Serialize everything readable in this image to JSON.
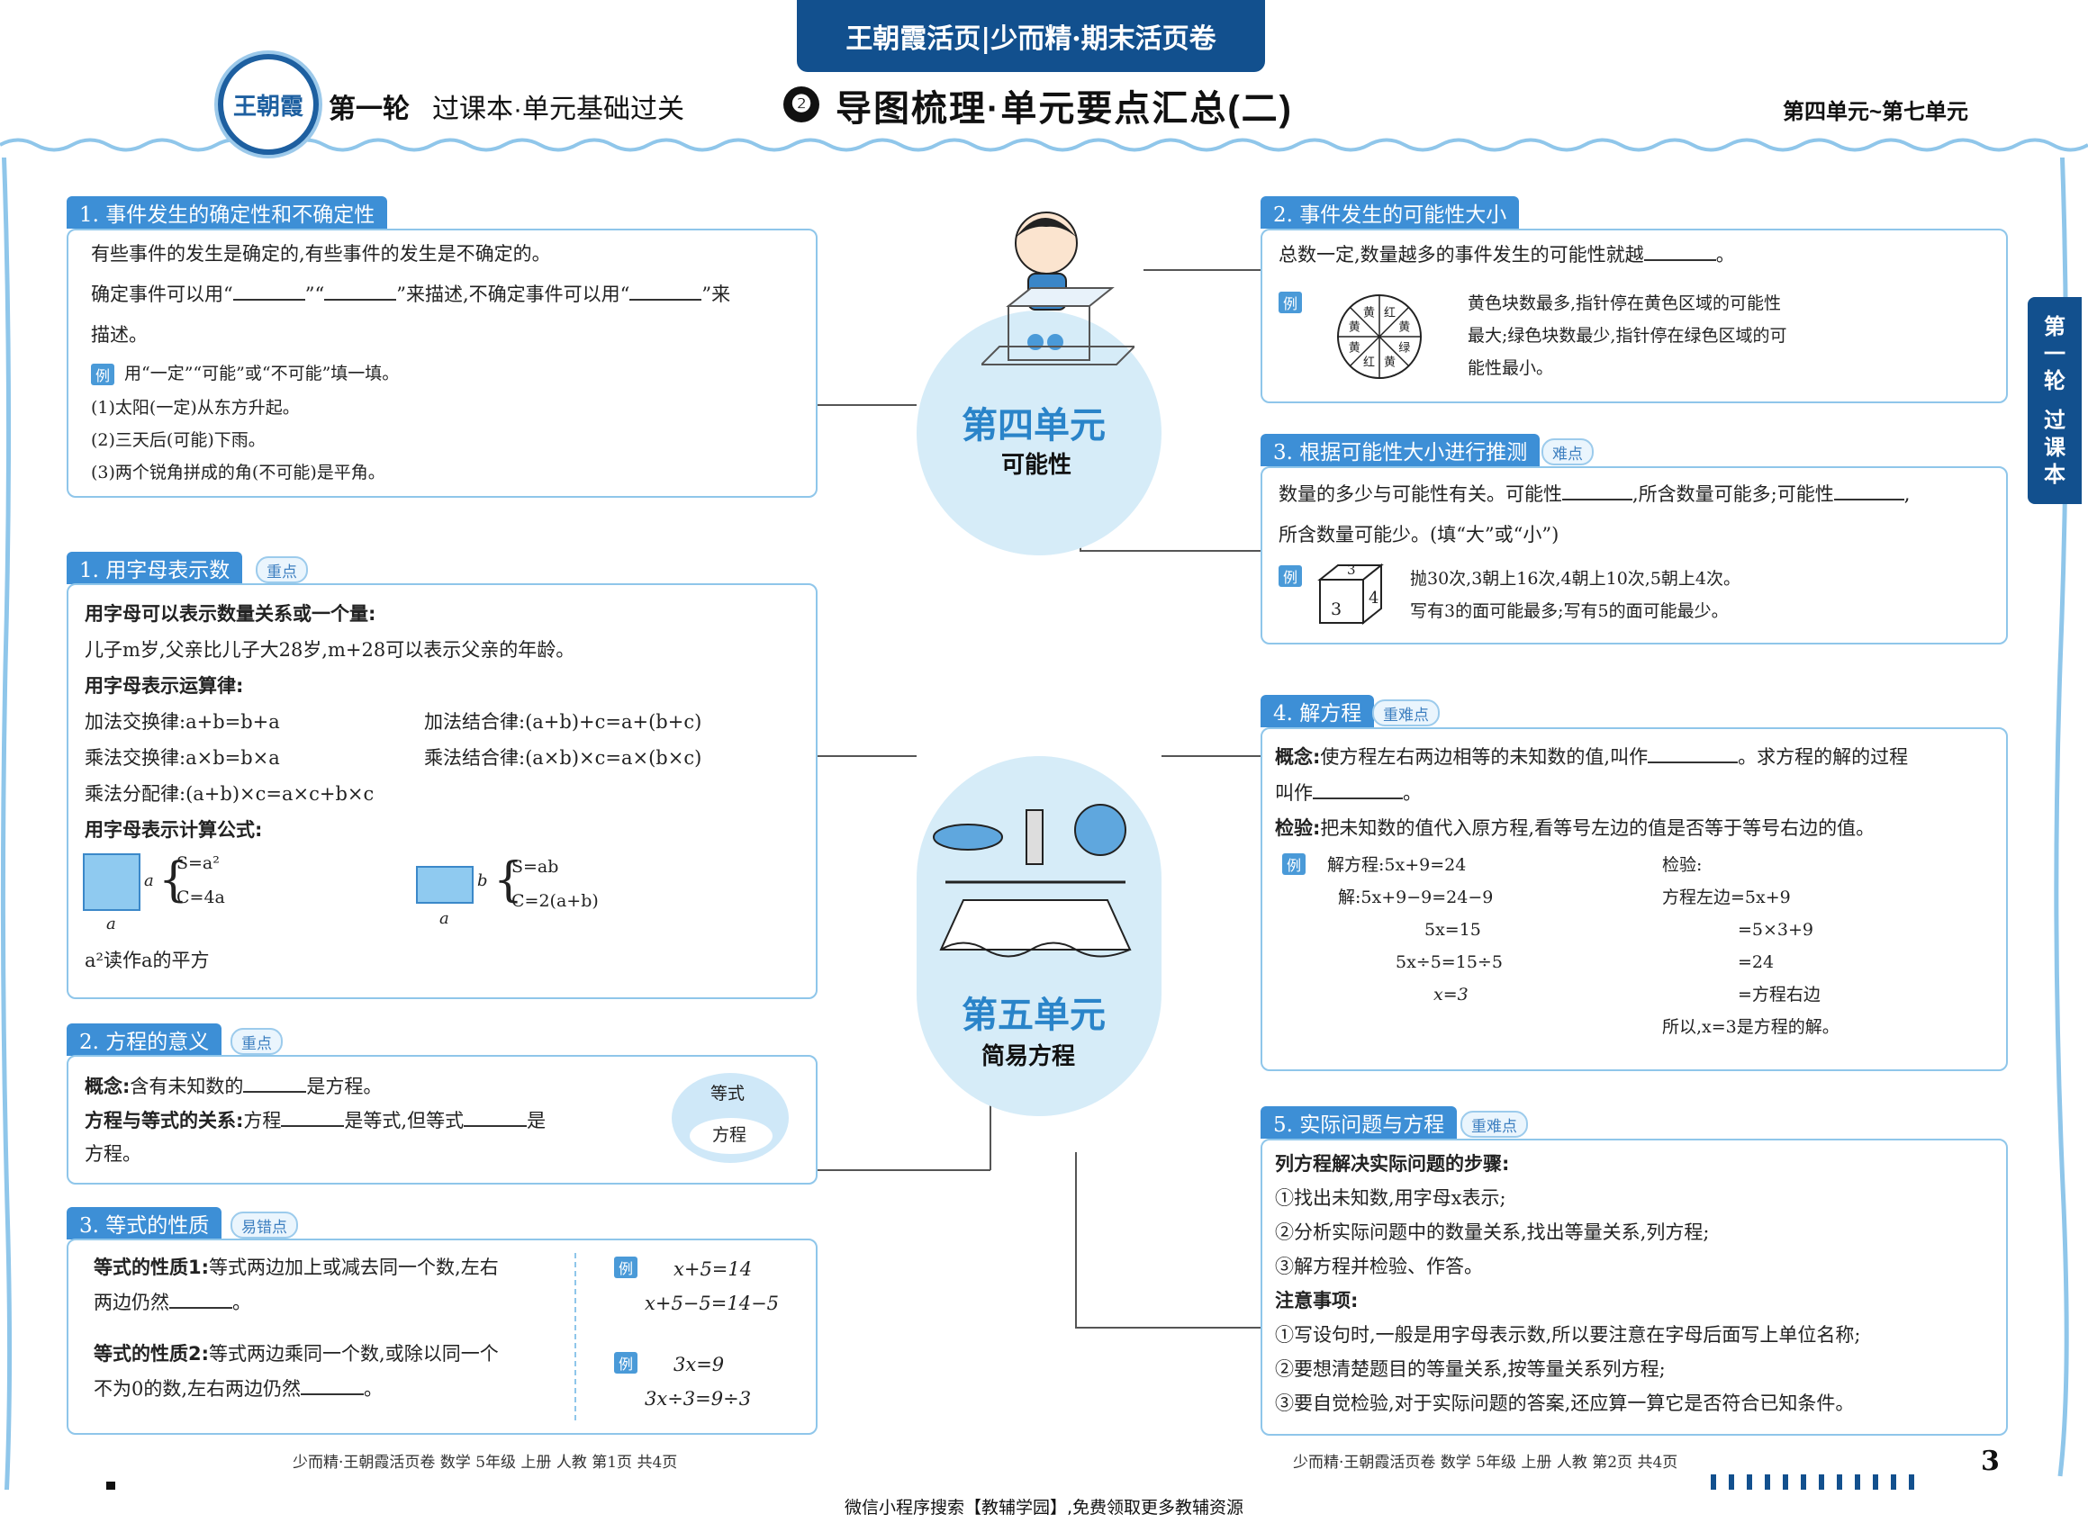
{
  "header": {
    "banner": "王朝霞活页|少而精·期末活页卷",
    "logo_text": "王朝霞",
    "round_label": "第一轮",
    "course_title": "过课本·单元基础过关",
    "number": "❷",
    "main_title": "导图梳理·单元要点汇总(二)",
    "unit_range": "第四单元~第七单元"
  },
  "side_tab": {
    "line1": "第",
    "line2": "一",
    "line3": "轮",
    "line4": "过",
    "line5": "课",
    "line6": "本"
  },
  "hubs": {
    "unit4": {
      "title": "第四单元",
      "subtitle": "可能性"
    },
    "unit5": {
      "title": "第五单元",
      "subtitle": "简易方程"
    }
  },
  "left": {
    "s1": {
      "title": "1. 事件发生的确定性和不确定性",
      "l1": "有些事件的发生是确定的,有些事件的发生是不确定的。",
      "l2a": "确定事件可以用“",
      "l2b": "”“",
      "l2c": "”来描述,不确定事件可以用“",
      "l2d": "”来",
      "l3": "描述。",
      "ex_label": "例",
      "ex": "用“一定”“可能”或“不可能”填一填。",
      "i1": "(1)太阳(一定)从东方升起。",
      "i2": "(2)三天后(可能)下雨。",
      "i3": "(3)两个锐角拼成的角(不可能)是平角。"
    },
    "s2": {
      "title": "1. 用字母表示数",
      "tag": "重点",
      "h1": "用字母可以表示数量关系或一个量:",
      "l1": "儿子m岁,父亲比儿子大28岁,m+28可以表示父亲的年龄。",
      "h2": "用字母表示运算律:",
      "r1a": "加法交换律:a+b=b+a",
      "r1b": "加法结合律:(a+b)+c=a+(b+c)",
      "r2a": "乘法交换律:a×b=b×a",
      "r2b": "乘法结合律:(a×b)×c=a×(b×c)",
      "r3": "乘法分配律:(a+b)×c=a×c+b×c",
      "h3": "用字母表示计算公式:",
      "sq_a": "a",
      "sq_side": "a",
      "sq_s": "S=a²",
      "sq_c": "C=4a",
      "rect_a": "a",
      "rect_b": "b",
      "rect_s": "S=ab",
      "rect_c": "C=2(a+b)",
      "note": "a²读作a的平方"
    },
    "s3": {
      "title": "2. 方程的意义",
      "tag": "重点",
      "l1a": "概念:",
      "l1b": "含有未知数的",
      "l1c": "是方程。",
      "l2a": "方程与等式的关系:",
      "l2b": "方程",
      "l2c": "是等式,但等式",
      "l2d": "是",
      "l3": "方程。",
      "outer": "等式",
      "inner": "方程"
    },
    "s4": {
      "title": "3. 等式的性质",
      "tag": "易错点",
      "p1a": "等式的性质1:",
      "p1b": "等式两边加上或减去同一个数,左右",
      "p1c": "两边仍然",
      "p1d": "。",
      "p2a": "等式的性质2:",
      "p2b": "等式两边乘同一个数,或除以同一个",
      "p2c": "不为0的数,左右两边仍然",
      "p2d": "。",
      "ex_label": "例",
      "e1": "x+5=14",
      "e2": "x+5−5=14−5",
      "e3": "3x=9",
      "e4": "3x÷3=9÷3"
    },
    "footer": "少而精·王朝霞活页卷   数学   5年级   上册   人教   第1页   共4页"
  },
  "right": {
    "s1": {
      "title": "2. 事件发生的可能性大小",
      "l1a": "总数一定,数量越多的事件发生的可能性就越",
      "l1b": "。",
      "ex_label": "例",
      "spinner": [
        "红",
        "黄",
        "绿",
        "黄",
        "红",
        "黄",
        "黄",
        "黄"
      ],
      "e1": "黄色块数最多,指针停在黄色区域的可能性",
      "e2": "最大;绿色块数最少,指针停在绿色区域的可",
      "e3": "能性最小。"
    },
    "s2": {
      "title": "3. 根据可能性大小进行推测",
      "tag": "难点",
      "l1a": "数量的多少与可能性有关。可能性",
      "l1b": ",所含数量可能多;可能性",
      "l1c": ",",
      "l2": "所含数量可能少。(填“大”或“小”)",
      "ex_label": "例",
      "cube_top": "3",
      "cube_front": "3",
      "cube_side": "4",
      "e1": "抛30次,3朝上16次,4朝上10次,5朝上4次。",
      "e2": "写有3的面可能最多;写有5的面可能最少。"
    },
    "s3": {
      "title": "4. 解方程",
      "tag": "重难点",
      "l1a": "概念:",
      "l1b": "使方程左右两边相等的未知数的值,叫作",
      "l1c": "。求方程的解的过程",
      "l2a": "叫作",
      "l2b": "。",
      "l3a": "检验:",
      "l3b": "把未知数的值代入原方程,看等号左边的值是否等于等号右边的值。",
      "ex_label": "例",
      "a1": "解方程:5x+9=24",
      "a2": "解:5x+9−9=24−9",
      "a3": "5x=15",
      "a4": "5x÷5=15÷5",
      "a5": "x=3",
      "b1": "检验:",
      "b2": "方程左边=5x+9",
      "b3": "=5×3+9",
      "b4": "=24",
      "b5": "=方程右边",
      "b6": "所以,x=3是方程的解。"
    },
    "s4": {
      "title": "5. 实际问题与方程",
      "tag": "重难点",
      "h1": "列方程解决实际问题的步骤:",
      "i1": "①找出未知数,用字母x表示;",
      "i2": "②分析实际问题中的数量关系,找出等量关系,列方程;",
      "i3": "③解方程并检验、作答。",
      "h2": "注意事项:",
      "n1": "①写设句时,一般是用字母表示数,所以要注意在字母后面写上单位名称;",
      "n2": "②要想清楚题目的等量关系,按等量关系列方程;",
      "n3": "③要自觉检验,对于实际问题的答案,还应算一算它是否符合已知条件。"
    },
    "footer": "少而精·王朝霞活页卷   数学   5年级   上册   人教   第2页   共4页"
  },
  "page_number": "3",
  "bottom_banner": "微信小程序搜索【教辅学园】,免费领取更多教辅资源"
}
